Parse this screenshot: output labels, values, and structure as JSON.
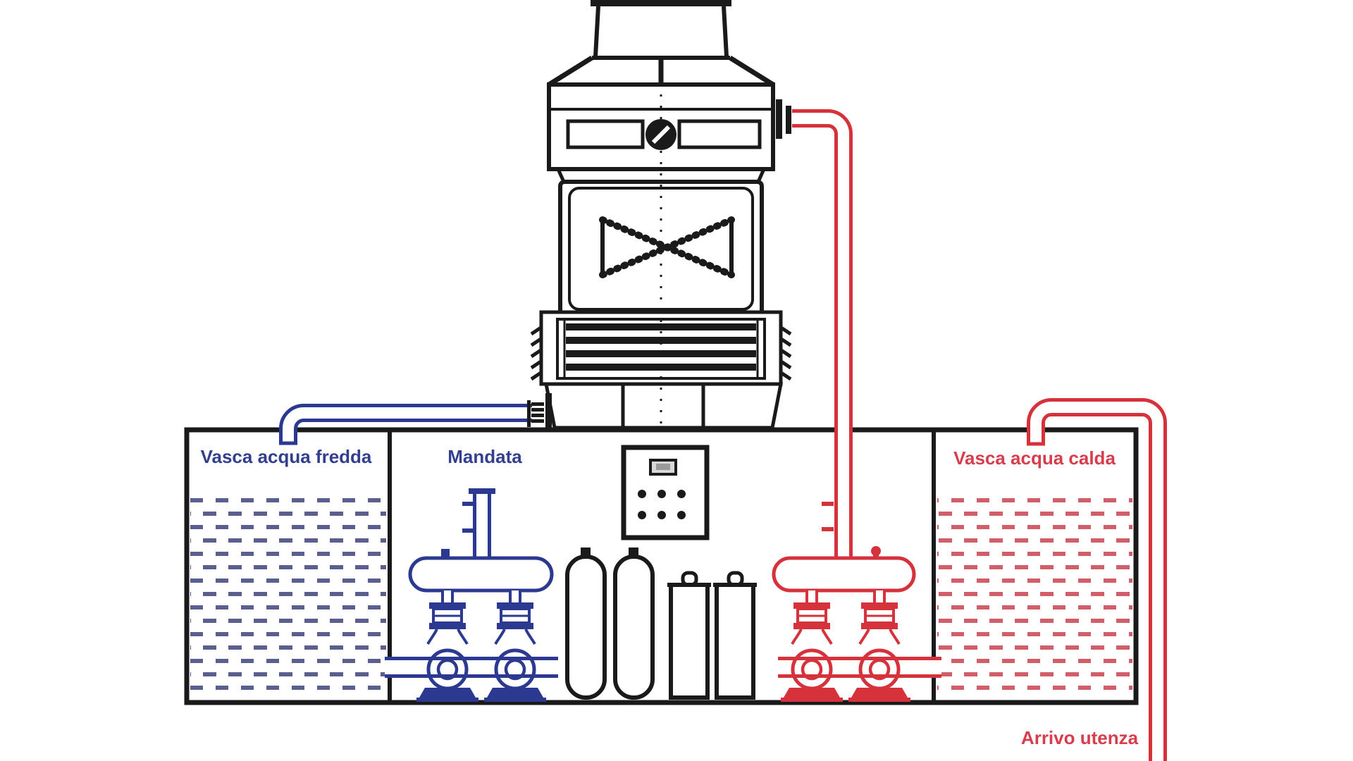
{
  "diagram": {
    "labels": {
      "cold_tank": "Vasca acqua fredda",
      "supply": "Mandata",
      "hot_tank": "Vasca acqua calda",
      "user_line": "Arrivo utenza"
    },
    "colors": {
      "circuit_blue": "#2b3990",
      "circuit_red": "#d6323c",
      "water_blue": "#5a5f8e",
      "water_red": "#d05f69",
      "label_blue": "#323f8f",
      "label_red": "#d63d4d",
      "line_black": "#1a1a1a"
    }
  }
}
